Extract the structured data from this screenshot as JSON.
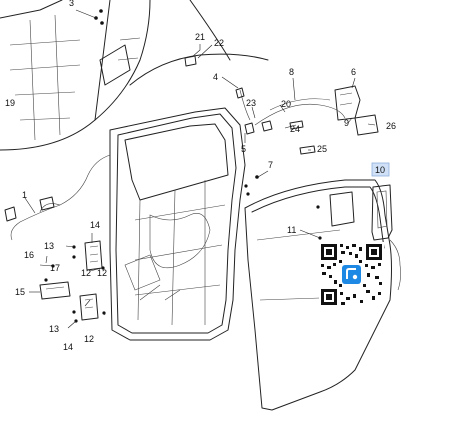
{
  "callouts": [
    "1",
    "3",
    "4",
    "5",
    "6",
    "7",
    "8",
    "9",
    "10",
    "11",
    "12",
    "12",
    "12",
    "13",
    "13",
    "14",
    "14",
    "15",
    "16",
    "17",
    "19",
    "20",
    "21",
    "22",
    "23",
    "24",
    "25",
    "26"
  ],
  "highlight_color": "#cfe0f7",
  "qr_accent_color": "#1e88e5"
}
